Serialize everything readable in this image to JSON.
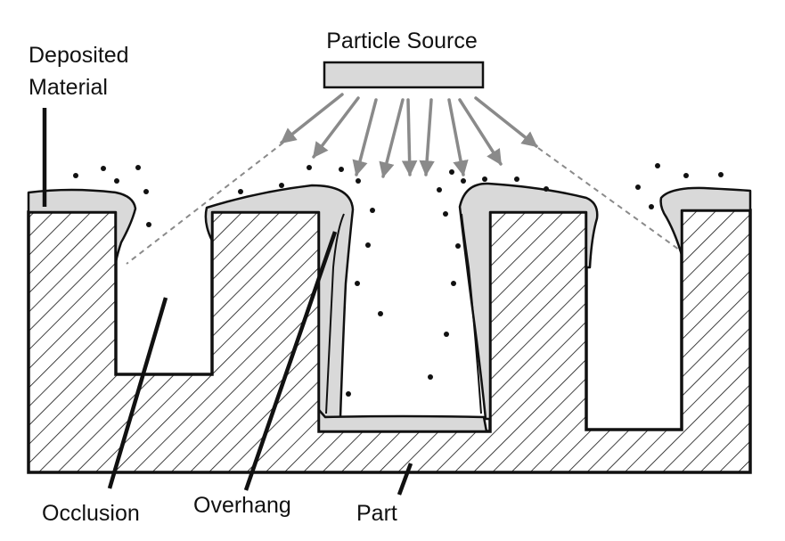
{
  "labels": {
    "source": "Particle Source",
    "deposited_line1": "Deposited",
    "deposited_line2": "Material",
    "occlusion": "Occlusion",
    "overhang": "Overhang",
    "part": "Part"
  },
  "colors": {
    "outline": "#111111",
    "deposit_fill": "#d9d9d9",
    "arrow": "#8a8a8a",
    "hatch": "#111111",
    "particle": "#111111"
  },
  "icons": {
    "source": "rectangle-plate",
    "arrows": "arrow-icon",
    "particles": "dot-icon",
    "hatch": "diagonal-hatch-pattern"
  }
}
